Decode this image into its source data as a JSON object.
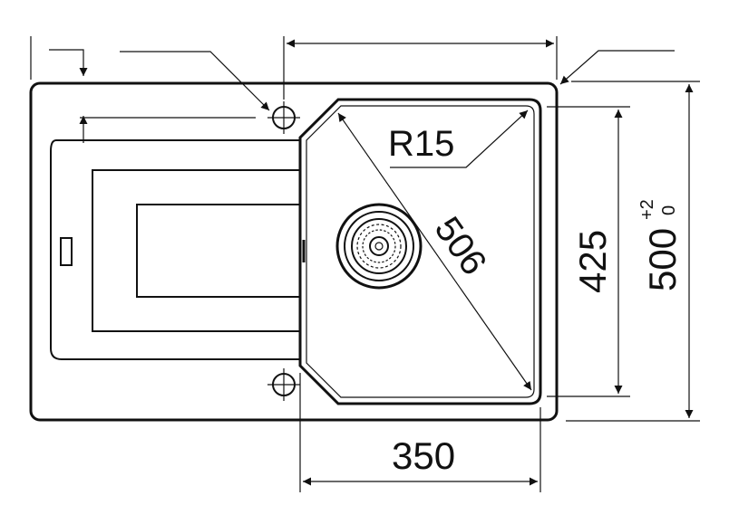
{
  "dimensions": {
    "radius_label": "R15",
    "diagonal_label": "506",
    "bowl_depth_label": "425",
    "overall_depth_label": "500",
    "overall_depth_tol_upper": "+2",
    "overall_depth_tol_lower": "0",
    "bowl_width_label": "350"
  },
  "colors": {
    "line": "#111111",
    "background": "#ffffff"
  }
}
